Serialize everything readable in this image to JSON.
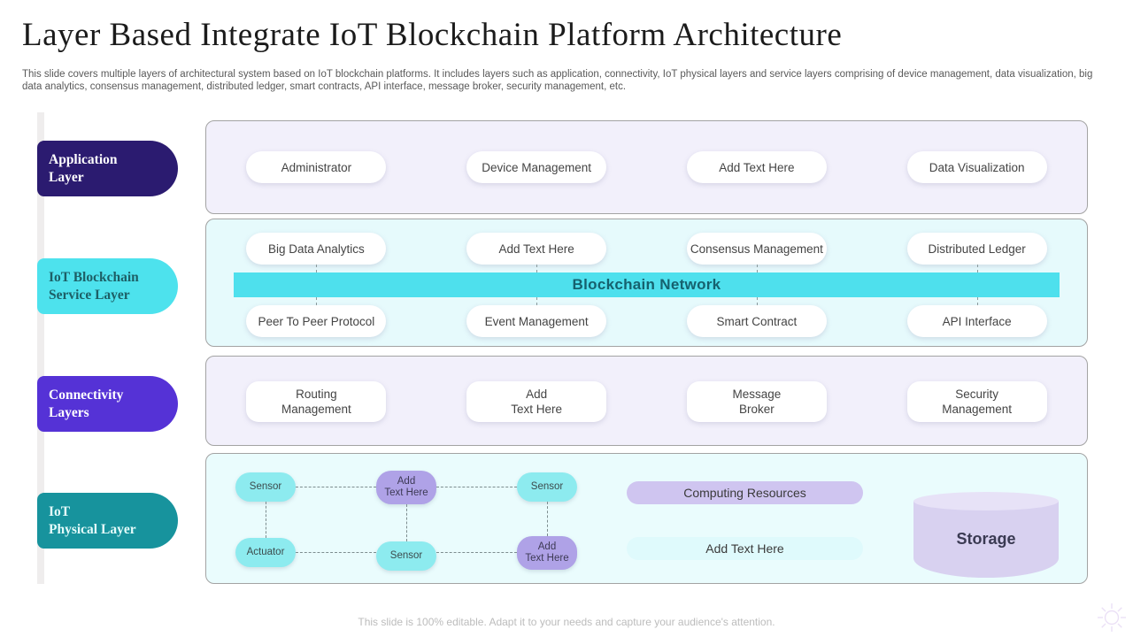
{
  "slide": {
    "title": "Layer Based Integrate IoT Blockchain Platform Architecture",
    "subtitle": "This slide covers multiple layers of architectural system based on IoT blockchain platforms. It includes layers such as application, connectivity, IoT physical layers and service layers comprising of device management, data visualization, big data analytics, consensus management, distributed ledger, smart contracts, API interface, message broker, security management, etc.",
    "footer": "This slide is 100% editable. Adapt it to your needs and capture your audience's attention."
  },
  "layers": [
    {
      "l1": "Application",
      "l2": "Layer",
      "color": "#2b1b70",
      "text_color": "#ffffff"
    },
    {
      "l1": "IoT Blockchain",
      "l2": "Service Layer",
      "color": "#4de2ed",
      "text_color": "#1d5f66"
    },
    {
      "l1": "Connectivity",
      "l2": "Layers",
      "color": "#5532d6",
      "text_color": "#ffffff"
    },
    {
      "l1": "IoT",
      "l2": "Physical Layer",
      "color": "#17939d",
      "text_color": "#e4fbfa"
    }
  ],
  "application_layer": {
    "items": [
      "Administrator",
      "Device Management",
      "Add Text Here",
      "Data Visualization"
    ]
  },
  "service_layer": {
    "top_items": [
      "Big Data Analytics",
      "Add Text Here",
      "Consensus Management",
      "Distributed Ledger"
    ],
    "bar_label": "Blockchain Network",
    "bottom_items": [
      "Peer To Peer Protocol",
      "Event Management",
      "Smart Contract",
      "API Interface"
    ]
  },
  "connectivity_layer": {
    "items": [
      {
        "l1": "Routing",
        "l2": "Management"
      },
      {
        "l1": "Add",
        "l2": "Text Here"
      },
      {
        "l1": "Message",
        "l2": "Broker"
      },
      {
        "l1": "Security",
        "l2": "Management"
      }
    ]
  },
  "physical_layer": {
    "nodes": [
      {
        "l1": "Sensor",
        "l2": "",
        "type": "sensor"
      },
      {
        "l1": "Add",
        "l2": "Text Here",
        "type": "add-text"
      },
      {
        "l1": "Sensor",
        "l2": "",
        "type": "sensor"
      },
      {
        "l1": "Actuator",
        "l2": "",
        "type": "actuator"
      },
      {
        "l1": "Sensor",
        "l2": "",
        "type": "sensor"
      },
      {
        "l1": "Add",
        "l2": "Text Here",
        "type": "add-text"
      }
    ],
    "computing_label": "Computing Resources",
    "add_text_label": "Add Text Here",
    "storage_label": "Storage"
  },
  "colors": {
    "application_pill": "#2b1b70",
    "service_pill": "#4de2ed",
    "connectivity_pill": "#5532d6",
    "physical_pill": "#17939d",
    "lavender_box": "#f2f0fb",
    "cyan_box": "#e6fafc",
    "blockchain_bar": "#4ee0ed",
    "sensor_node": "#8debef",
    "add_text_node": "#afa2e7",
    "computing_pill": "#cfc5f0",
    "add_text_pill": "#dffafc",
    "storage_fill": "#d8d1f0"
  }
}
